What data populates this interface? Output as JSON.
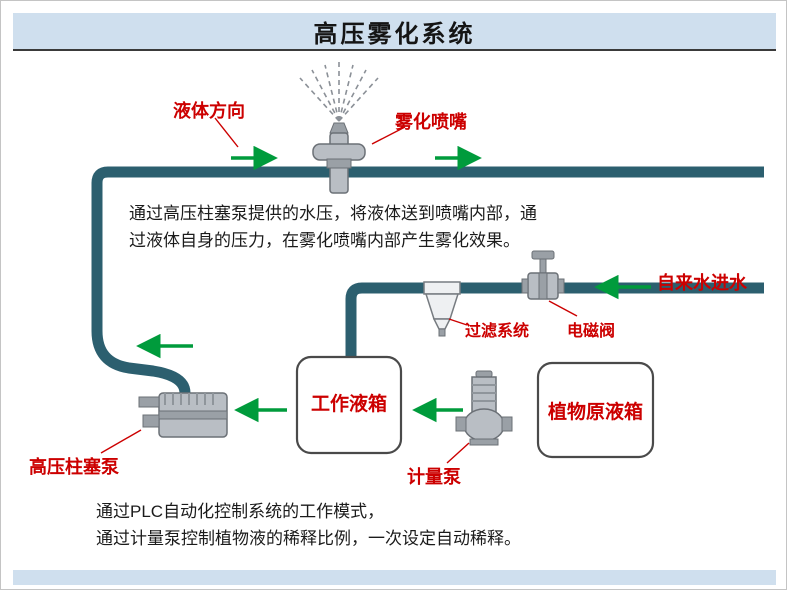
{
  "title": "高压雾化系统",
  "diagram": {
    "labels": {
      "liquid_direction": "液体方向",
      "atomizing_nozzle": "雾化喷嘴",
      "tap_water_inlet": "自来水进水",
      "filter_system": "过滤系统",
      "solenoid_valve": "电磁阀",
      "metering_pump": "计量泵",
      "hp_plunger_pump": "高压柱塞泵",
      "working_tank": "工作液箱",
      "plant_stock_tank": "植物原液箱"
    },
    "description_top": {
      "line1": "通过高压柱塞泵提供的水压，将液体送到喷嘴内部，通",
      "line2": "过液体自身的压力，在雾化喷嘴内部产生雾化效果。"
    },
    "description_bottom": {
      "line1": "通过PLC自动化控制系统的工作模式，",
      "line2": "通过计量泵控制植物液的稀释比例，一次设定自动稀释。"
    }
  },
  "colors": {
    "pipe": "#2c5f6f",
    "arrow_green": "#009b3c",
    "label_red": "#cc0000",
    "band_blue": "#cfdfee"
  }
}
